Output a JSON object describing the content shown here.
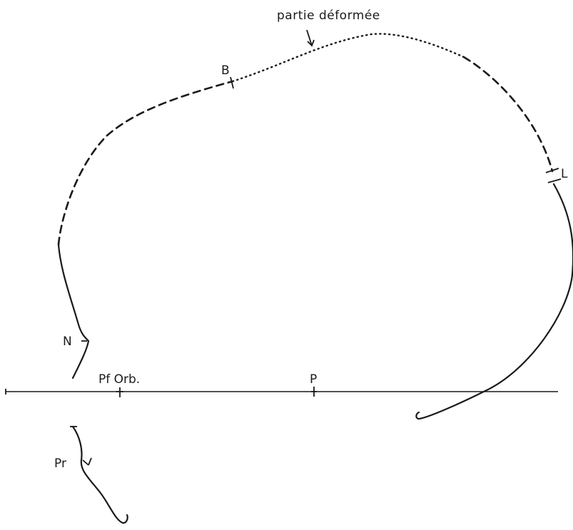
{
  "annotation": {
    "label": "partie déformée"
  },
  "points": {
    "B": "B",
    "L": "L",
    "N": "N",
    "P": "P",
    "Pr": "Pr",
    "Pf_Orb": "Pf Orb."
  }
}
